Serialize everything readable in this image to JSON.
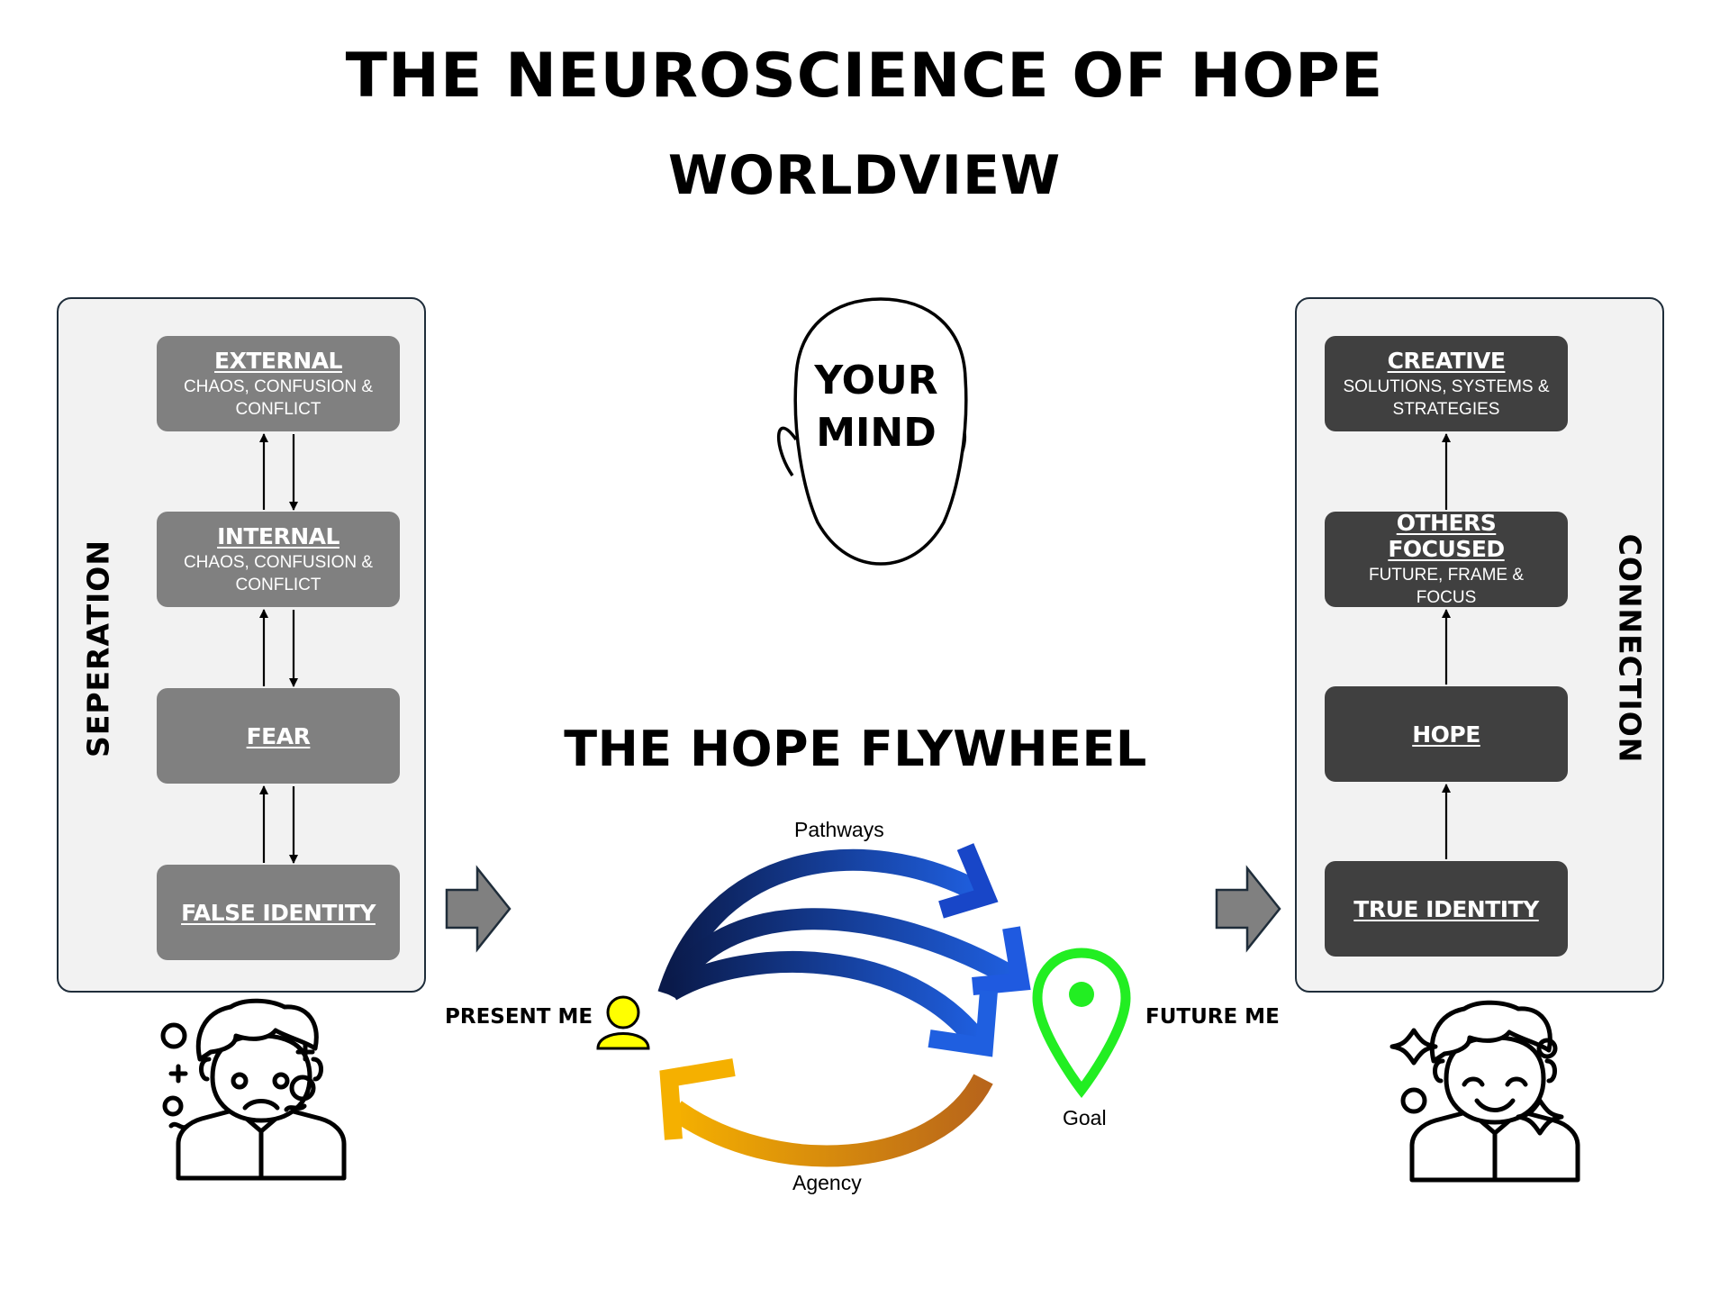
{
  "title": "THE NEUROSCIENCE OF HOPE",
  "subtitle": "WORLDVIEW",
  "mind_label_line1": "YOUR",
  "mind_label_line2": "MIND",
  "flywheel_title": "THE HOPE FLYWHEEL",
  "separation_panel": {
    "label": "SEPERATION",
    "boxes": [
      {
        "heading": "EXTERNAL",
        "description": "CHAOS, CONFUSION & CONFLICT"
      },
      {
        "heading": "INTERNAL",
        "description": "CHAOS, CONFUSION & CONFLICT"
      },
      {
        "heading": "FEAR",
        "description": ""
      },
      {
        "heading": "FALSE IDENTITY",
        "description": ""
      }
    ]
  },
  "connection_panel": {
    "label": "CONNECTION",
    "boxes": [
      {
        "heading": "CREATIVE",
        "description": "SOLUTIONS, SYSTEMS & STRATEGIES"
      },
      {
        "heading": "OTHERS FOCUSED",
        "description": "FUTURE, FRAME & FOCUS"
      },
      {
        "heading": "HOPE",
        "description": ""
      },
      {
        "heading": "TRUE IDENTITY",
        "description": ""
      }
    ]
  },
  "flywheel": {
    "pathways_label": "Pathways",
    "agency_label": "Agency",
    "present_label": "PRESENT ME",
    "future_label": "FUTURE ME",
    "goal_label": "Goal"
  },
  "icons": {
    "person": "person-icon",
    "goal_pin": "map-pin-icon",
    "head": "head-outline-icon",
    "sad": "stressed-person-icon",
    "happy": "happy-person-icon"
  },
  "colors": {
    "panel_bg": "#f2f2f2",
    "grey_box": "#808080",
    "dark_box": "#404040",
    "pathways_dark": "#0a1a4a",
    "pathways_light": "#1f5fe0",
    "agency_start": "#b8651a",
    "agency_end": "#f5b000",
    "goal_green": "#22ee22",
    "person_yellow": "#ffff00"
  }
}
